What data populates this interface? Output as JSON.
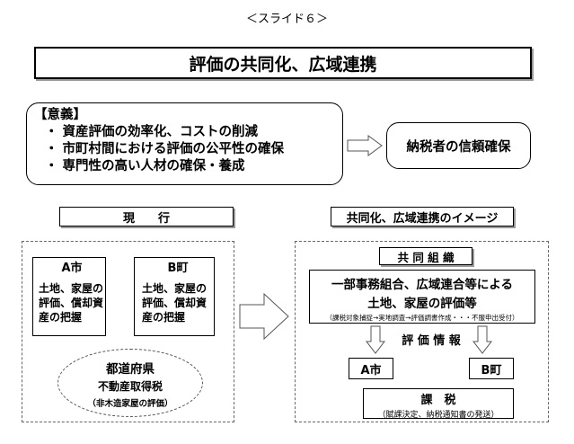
{
  "slide_label": "＜スライド６＞",
  "title": "評価の共同化、広域連携",
  "significance": {
    "heading": "【意義】",
    "items": [
      "・ 資産評価の効率化、コストの削減",
      "・ 市町村間における評価の公平性の確保",
      "・ 専門性の高い人材の確保・養成"
    ]
  },
  "result_box": "納税者の信頼確保",
  "current": {
    "label": "現　　行",
    "a_city": {
      "title": "A市",
      "lines": [
        "土地、家屋の",
        "評価、償却資",
        "産の把握"
      ]
    },
    "b_town": {
      "title": "B町",
      "lines": [
        "土地、家屋の",
        "評価、償却資",
        "産の把握"
      ]
    },
    "prefecture": {
      "title": "都道府県",
      "line1": "不動産取得税",
      "line2": "（非木造家屋の評価）"
    }
  },
  "future": {
    "label": "共同化、広域連携のイメージ",
    "joint_org": "共 同 組 織",
    "union_line1": "一部事務組合、広域連合等による",
    "union_line2": "土地、家屋の評価等",
    "union_note": "（課税対象捕捉→実地調査→評価調書作成・・・不服申出受付）",
    "info": "評 価 情 報",
    "a_city": "A市",
    "b_town": "B町",
    "taxation_title": "課　税",
    "taxation_note": "（賦課決定、納税通知書の発送）"
  }
}
